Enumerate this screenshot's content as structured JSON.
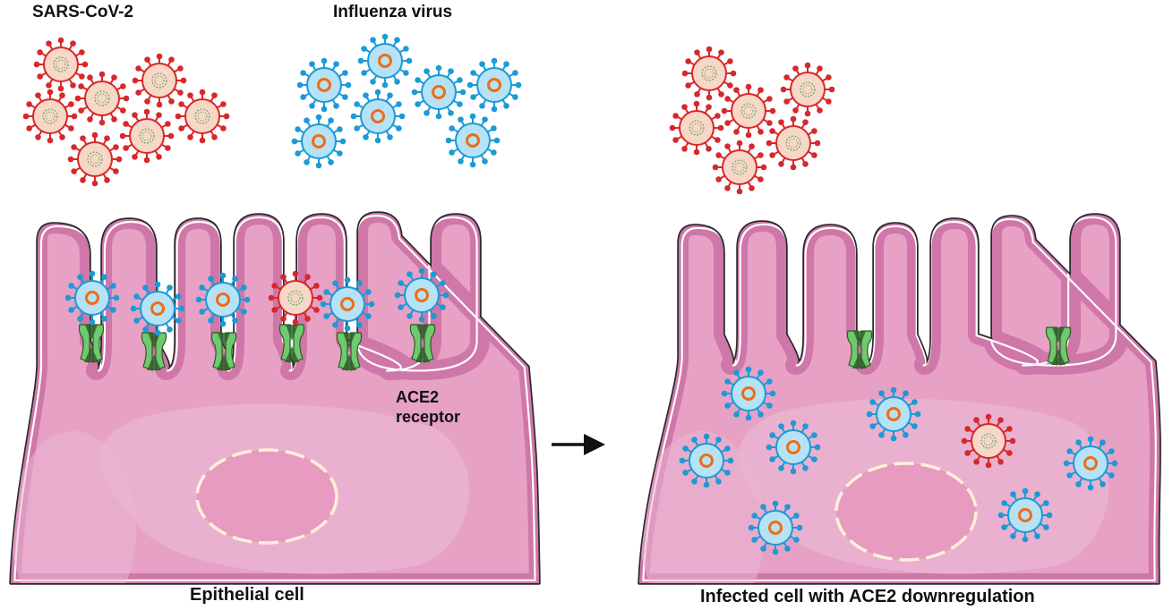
{
  "labels": {
    "sars": "SARS-CoV-2",
    "influenza": "Influenza virus",
    "ace2_line1": "ACE2",
    "ace2_line2": "receptor",
    "left_cell": "Epithelial cell",
    "right_cell": "Infected cell with ACE2 downregulation"
  },
  "colors": {
    "cell_fill": "#e6a1c5",
    "cell_rim": "#cf77a8",
    "cell_outline": "#2a2a2a",
    "membrane_line": "#ffffff",
    "cytoplasm_light": "#eab7d2",
    "nucleus_dash": "#fff0d8",
    "receptor_green": "#6fc96f",
    "receptor_dark": "#2c5a24",
    "sars_red": "#d7282a",
    "sars_body": "#f7d7c7",
    "sars_rna": "#4f9e5a",
    "flu_blue": "#1c9ad6",
    "flu_body": "#b6e2f5",
    "flu_core": "#ee6d17",
    "arrow": "#111111"
  },
  "icons": {
    "sars_virion": "sars-cov-2-virion-icon",
    "influenza_virion": "influenza-virion-icon",
    "ace2": "ace2-receptor-icon",
    "arrow": "right-arrow-icon"
  }
}
